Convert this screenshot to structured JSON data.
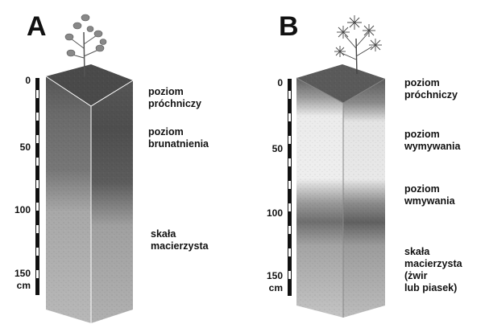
{
  "panels": [
    {
      "letter": "A",
      "scale": {
        "ticks": [
          "0",
          "50",
          "100",
          "150"
        ],
        "unit": "cm"
      },
      "layers": [
        {
          "lines": [
            "poziom",
            "próchniczy"
          ]
        },
        {
          "lines": [
            "poziom",
            "brunatnienia"
          ]
        },
        {
          "lines": [
            "skała",
            "macierzysta"
          ]
        }
      ]
    },
    {
      "letter": "B",
      "scale": {
        "ticks": [
          "0",
          "50",
          "100",
          "150"
        ],
        "unit": "cm"
      },
      "layers": [
        {
          "lines": [
            "poziom",
            "próchniczy"
          ]
        },
        {
          "lines": [
            "poziom",
            "wymywania"
          ]
        },
        {
          "lines": [
            "poziom",
            "wmywania"
          ]
        },
        {
          "lines": [
            "skała",
            "macierzysta",
            "(żwir",
            "lub piasek)"
          ]
        }
      ]
    }
  ],
  "colors": {
    "humus_top": "#4a4a4a",
    "humus_layer": "#6b6b6b",
    "brown_layer": "#7a7a7a",
    "parent_rock": "#b4b4b4",
    "eluvial_layer": "#e8e8e8",
    "illuvial_layer": "#6e6e6e"
  }
}
